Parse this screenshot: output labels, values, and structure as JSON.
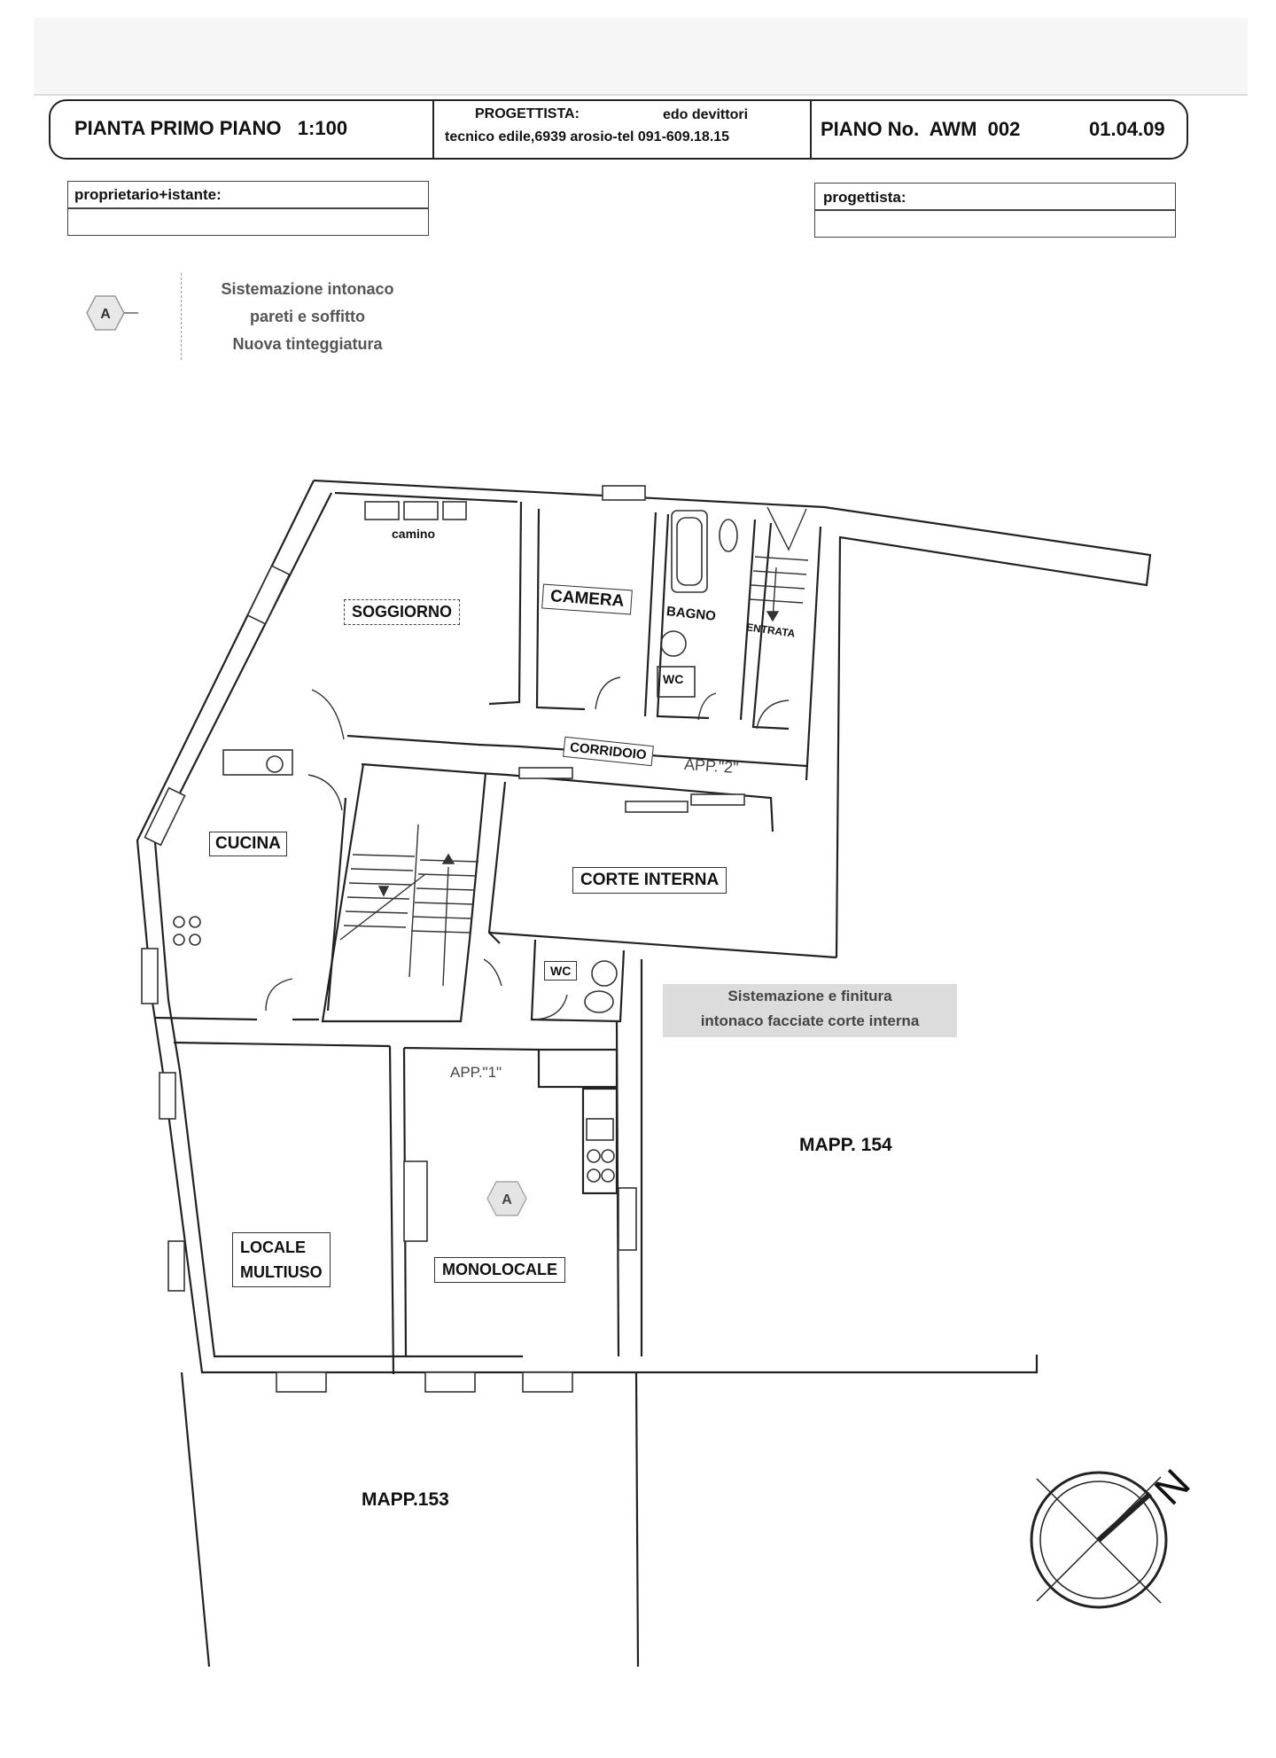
{
  "title_block": {
    "plan_title": "PIANTA PRIMO PIANO   1:100",
    "designer_label": "PROGETTISTA:",
    "designer_name": "edo devittori",
    "designer_contact": "tecnico edile,6939 arosio-tel 091-609.18.15",
    "plan_number": "PIANO No.  AWM  002",
    "date": "01.04.09"
  },
  "fields": {
    "owner_label": "proprietario+istante:",
    "designer_label": "progettista:"
  },
  "legend": {
    "marker": "A",
    "lines": [
      "Sistemazione intonaco",
      "pareti e soffitto",
      "Nuova tinteggiatura"
    ]
  },
  "rooms": {
    "soggiorno": "SOGGIORNO",
    "camino": "camino",
    "camera": "CAMERA",
    "bagno": "BAGNO",
    "entrata": "ENTRATA",
    "wc_upper": "WC",
    "corridoio": "CORRIDOIO",
    "app2": "APP.\"2\"",
    "cucina": "CUCINA",
    "corte_interna": "CORTE INTERNA",
    "wc_lower": "WC",
    "app1": "APP.\"1\"",
    "locale": "LOCALE",
    "multiuso": "MULTIUSO",
    "monolocale": "MONOLOCALE",
    "marker_a": "A"
  },
  "facade_note": {
    "line1": "Sistemazione e finitura",
    "line2": "intonaco facciate corte interna"
  },
  "parcels": {
    "mapp154": "MAPP. 154",
    "mapp153": "MAPP.153"
  },
  "compass": {
    "north": "N"
  }
}
